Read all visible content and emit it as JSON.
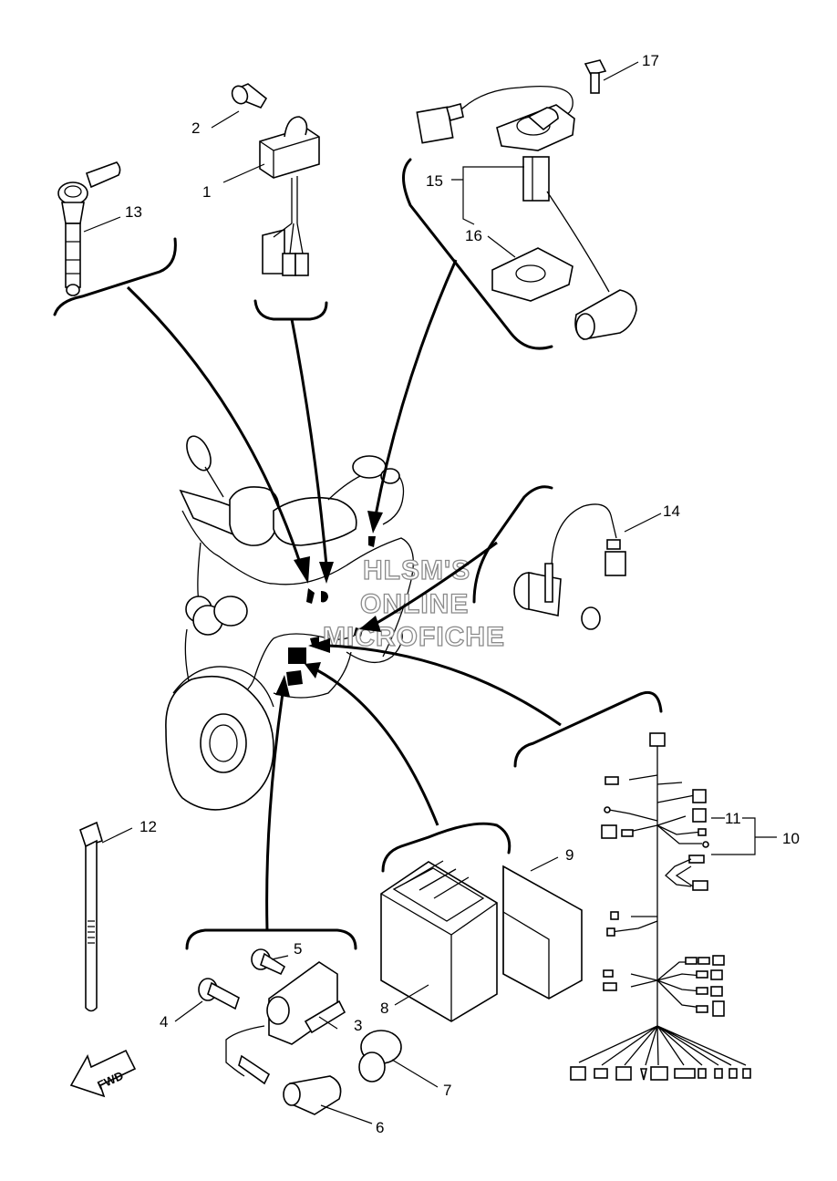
{
  "watermark": {
    "line1": "HLSM'S",
    "line2": "ONLINE",
    "line3": "MICROFICHE"
  },
  "direction_label": "FWD",
  "callouts": [
    {
      "id": "callout-1",
      "label": "1"
    },
    {
      "id": "callout-2",
      "label": "2"
    },
    {
      "id": "callout-3",
      "label": "3"
    },
    {
      "id": "callout-4",
      "label": "4"
    },
    {
      "id": "callout-5",
      "label": "5"
    },
    {
      "id": "callout-6",
      "label": "6"
    },
    {
      "id": "callout-7",
      "label": "7"
    },
    {
      "id": "callout-8",
      "label": "8"
    },
    {
      "id": "callout-9",
      "label": "9"
    },
    {
      "id": "callout-10",
      "label": "10"
    },
    {
      "id": "callout-11",
      "label": "11"
    },
    {
      "id": "callout-12",
      "label": "12"
    },
    {
      "id": "callout-13",
      "label": "13"
    },
    {
      "id": "callout-14",
      "label": "14"
    },
    {
      "id": "callout-15",
      "label": "15"
    },
    {
      "id": "callout-16",
      "label": "16"
    },
    {
      "id": "callout-17",
      "label": "17"
    }
  ]
}
